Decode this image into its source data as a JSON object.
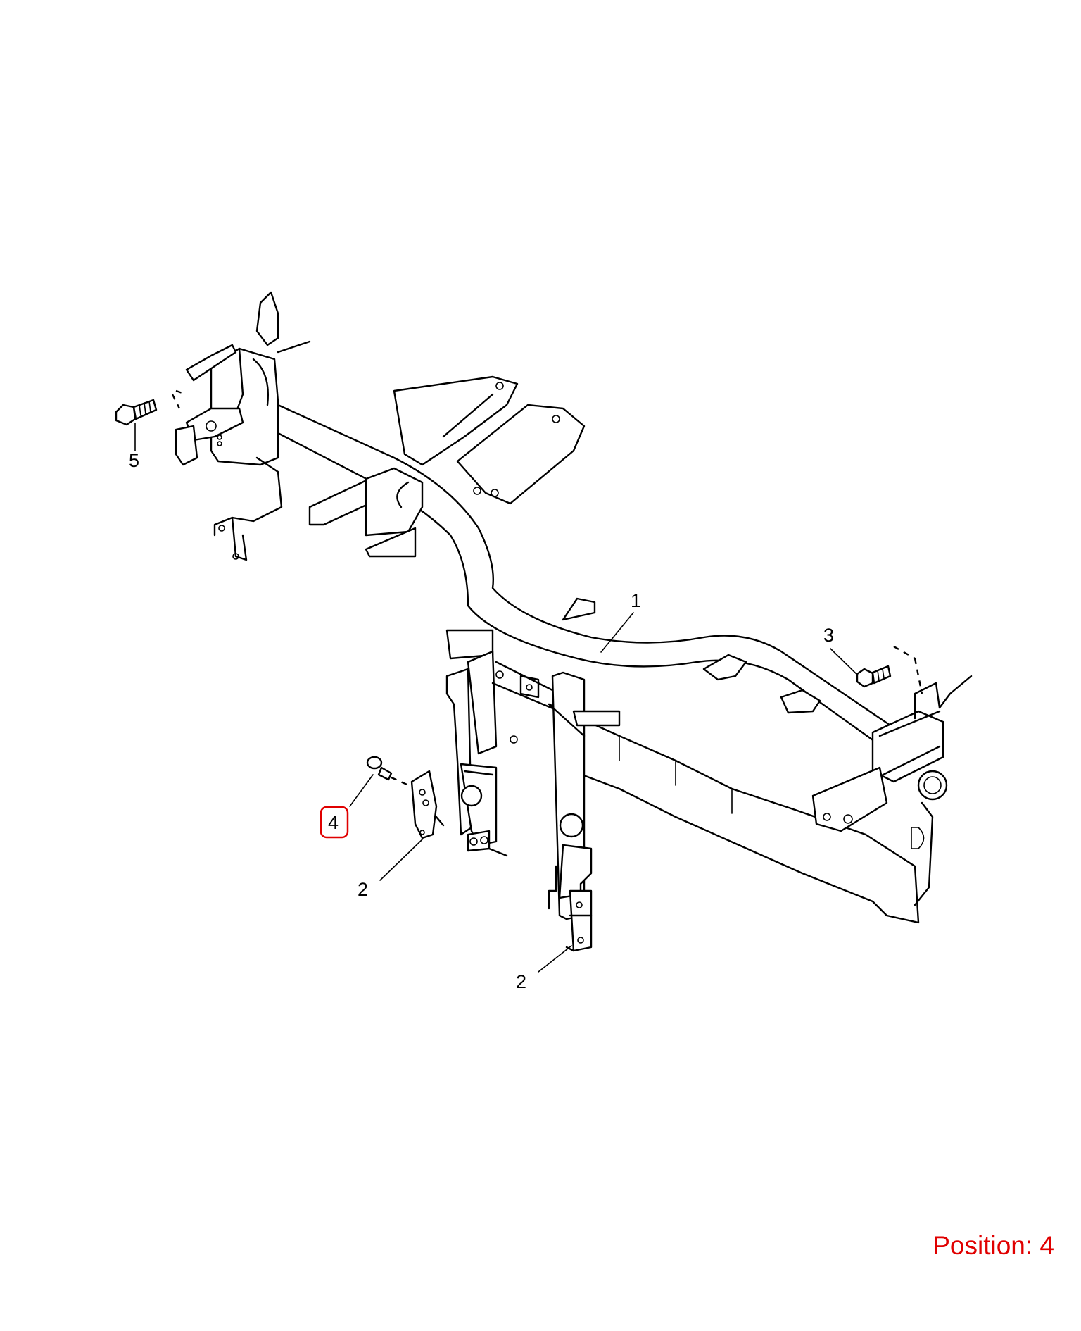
{
  "callouts": [
    {
      "id": "1",
      "label": "1"
    },
    {
      "id": "2a",
      "label": "2"
    },
    {
      "id": "2b",
      "label": "2"
    },
    {
      "id": "3",
      "label": "3"
    },
    {
      "id": "4",
      "label": "4",
      "highlighted": true
    },
    {
      "id": "5",
      "label": "5"
    }
  ],
  "position": {
    "prefix": "Position:",
    "value": "4"
  },
  "colors": {
    "highlight": "#e00000",
    "lines": "#000000",
    "background": "#ffffff"
  }
}
